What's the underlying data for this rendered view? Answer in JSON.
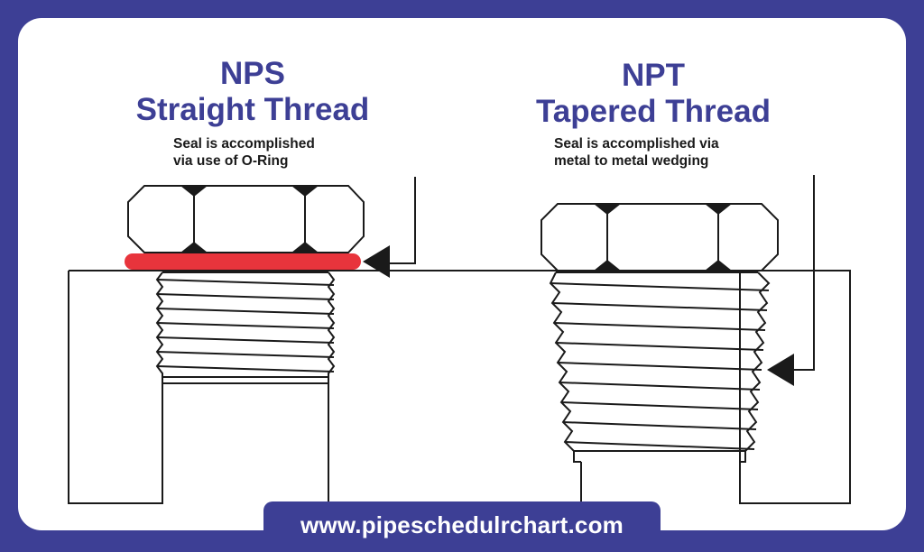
{
  "nps": {
    "title_line1": "NPS",
    "title_line2": "Straight Thread",
    "note_line1": "Seal is accomplished",
    "note_line2": "via use of O-Ring"
  },
  "npt": {
    "title_line1": "NPT",
    "title_line2": "Tapered Thread",
    "note_line1": "Seal is accomplished via",
    "note_line2": "metal to metal wedging"
  },
  "footer": {
    "url": "www.pipeschedulrchart.com"
  },
  "colors": {
    "frame": "#3d3f95",
    "title": "#3d3f95",
    "oring": "#e8343c",
    "line": "#1a1a1a"
  }
}
